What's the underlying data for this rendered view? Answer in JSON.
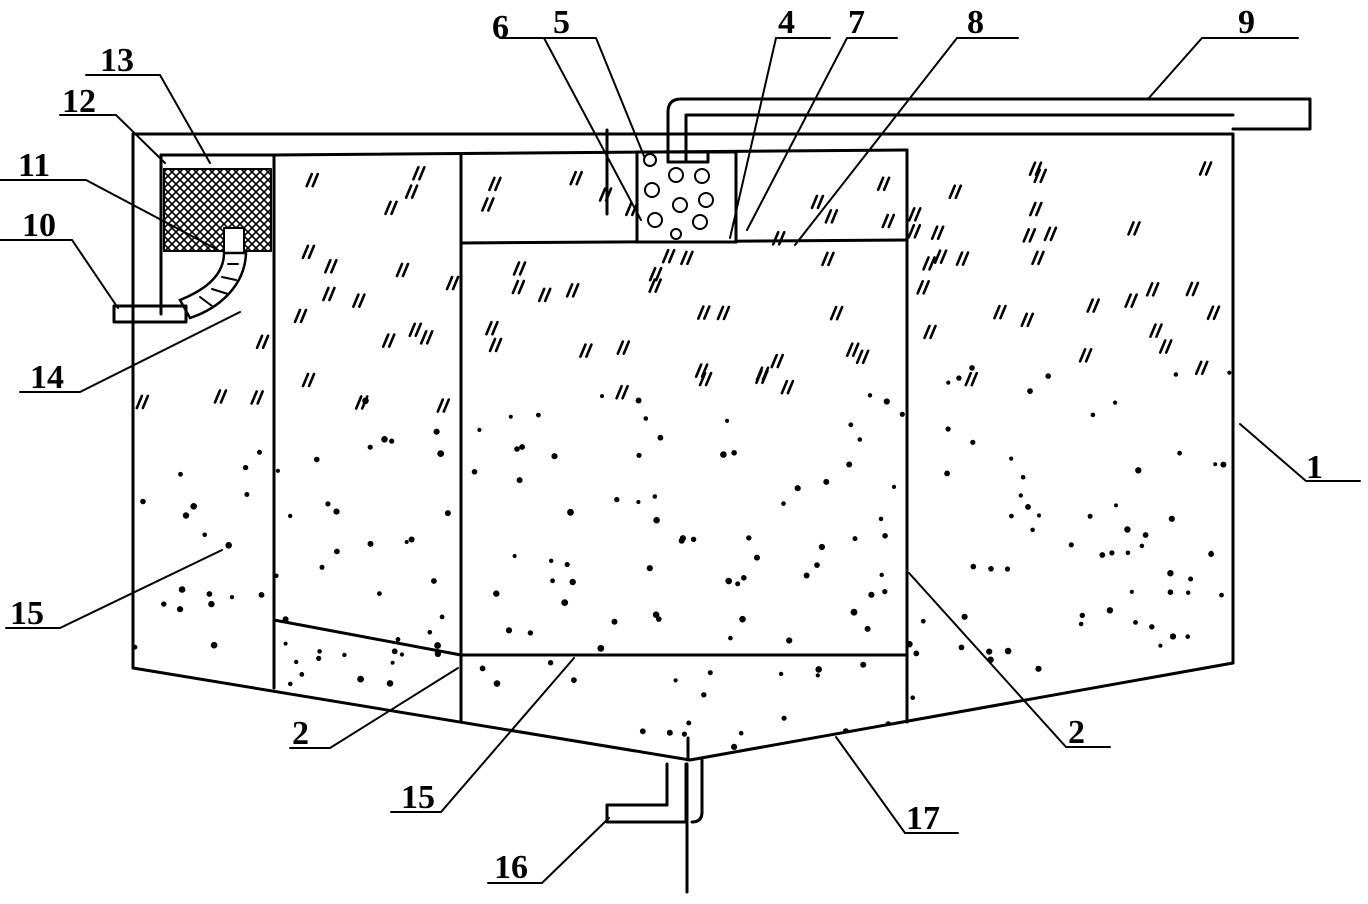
{
  "callouts": [
    {
      "id": "label-1",
      "text": "1"
    },
    {
      "id": "label-2-left",
      "text": "2"
    },
    {
      "id": "label-2-right",
      "text": "2"
    },
    {
      "id": "label-4",
      "text": "4"
    },
    {
      "id": "label-5",
      "text": "5"
    },
    {
      "id": "label-6",
      "text": "6"
    },
    {
      "id": "label-7",
      "text": "7"
    },
    {
      "id": "label-8",
      "text": "8"
    },
    {
      "id": "label-9",
      "text": "9"
    },
    {
      "id": "label-10",
      "text": "10"
    },
    {
      "id": "label-11",
      "text": "11"
    },
    {
      "id": "label-12",
      "text": "12"
    },
    {
      "id": "label-13",
      "text": "13"
    },
    {
      "id": "label-14",
      "text": "14"
    },
    {
      "id": "label-15-left",
      "text": "15"
    },
    {
      "id": "label-15-bottom",
      "text": "15"
    },
    {
      "id": "label-16",
      "text": "16"
    },
    {
      "id": "label-17",
      "text": "17"
    }
  ]
}
